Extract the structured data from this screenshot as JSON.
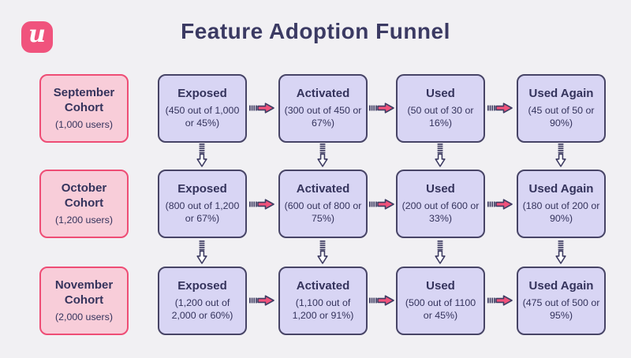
{
  "title": "Feature Adoption Funnel",
  "app": {
    "logo_letter": "u"
  },
  "colors": {
    "background": "#f1f0f3",
    "title_text": "#3b3a63",
    "cohort_fill": "#f8cdd9",
    "cohort_border": "#ee4d75",
    "stage_fill": "#d8d5f4",
    "stage_border": "#474466",
    "arrow_pink": "#f0527b",
    "arrow_outline": "#3f3d63",
    "logo_pink": "#f0537d"
  },
  "icons": {
    "logo": "userpilot-logo",
    "flow_right": "right-arrow-icon",
    "flow_down": "down-arrow-icon"
  },
  "rows": [
    {
      "cohort": {
        "name": "September Cohort",
        "users": "(1,000 users)"
      },
      "stages": [
        {
          "title": "Exposed",
          "detail": "(450 out of 1,000 or 45%)"
        },
        {
          "title": "Activated",
          "detail": "(300 out of 450 or 67%)"
        },
        {
          "title": "Used",
          "detail": "(50 out of 30 or 16%)"
        },
        {
          "title": "Used Again",
          "detail": "(45 out of 50 or 90%)"
        }
      ]
    },
    {
      "cohort": {
        "name": "October Cohort",
        "users": "(1,200 users)"
      },
      "stages": [
        {
          "title": "Exposed",
          "detail": "(800 out of 1,200 or 67%)"
        },
        {
          "title": "Activated",
          "detail": "(600 out of 800 or 75%)"
        },
        {
          "title": "Used",
          "detail": "(200 out of 600 or 33%)"
        },
        {
          "title": "Used Again",
          "detail": "(180 out of 200 or 90%)"
        }
      ]
    },
    {
      "cohort": {
        "name": "November Cohort",
        "users": "(2,000 users)"
      },
      "stages": [
        {
          "title": "Exposed",
          "detail": "(1,200 out of 2,000 or 60%)"
        },
        {
          "title": "Activated",
          "detail": "(1,100 out of 1,200 or 91%)"
        },
        {
          "title": "Used",
          "detail": "(500 out of 1100 or 45%)"
        },
        {
          "title": "Used Again",
          "detail": "(475 out of 500 or 95%)"
        }
      ]
    }
  ]
}
